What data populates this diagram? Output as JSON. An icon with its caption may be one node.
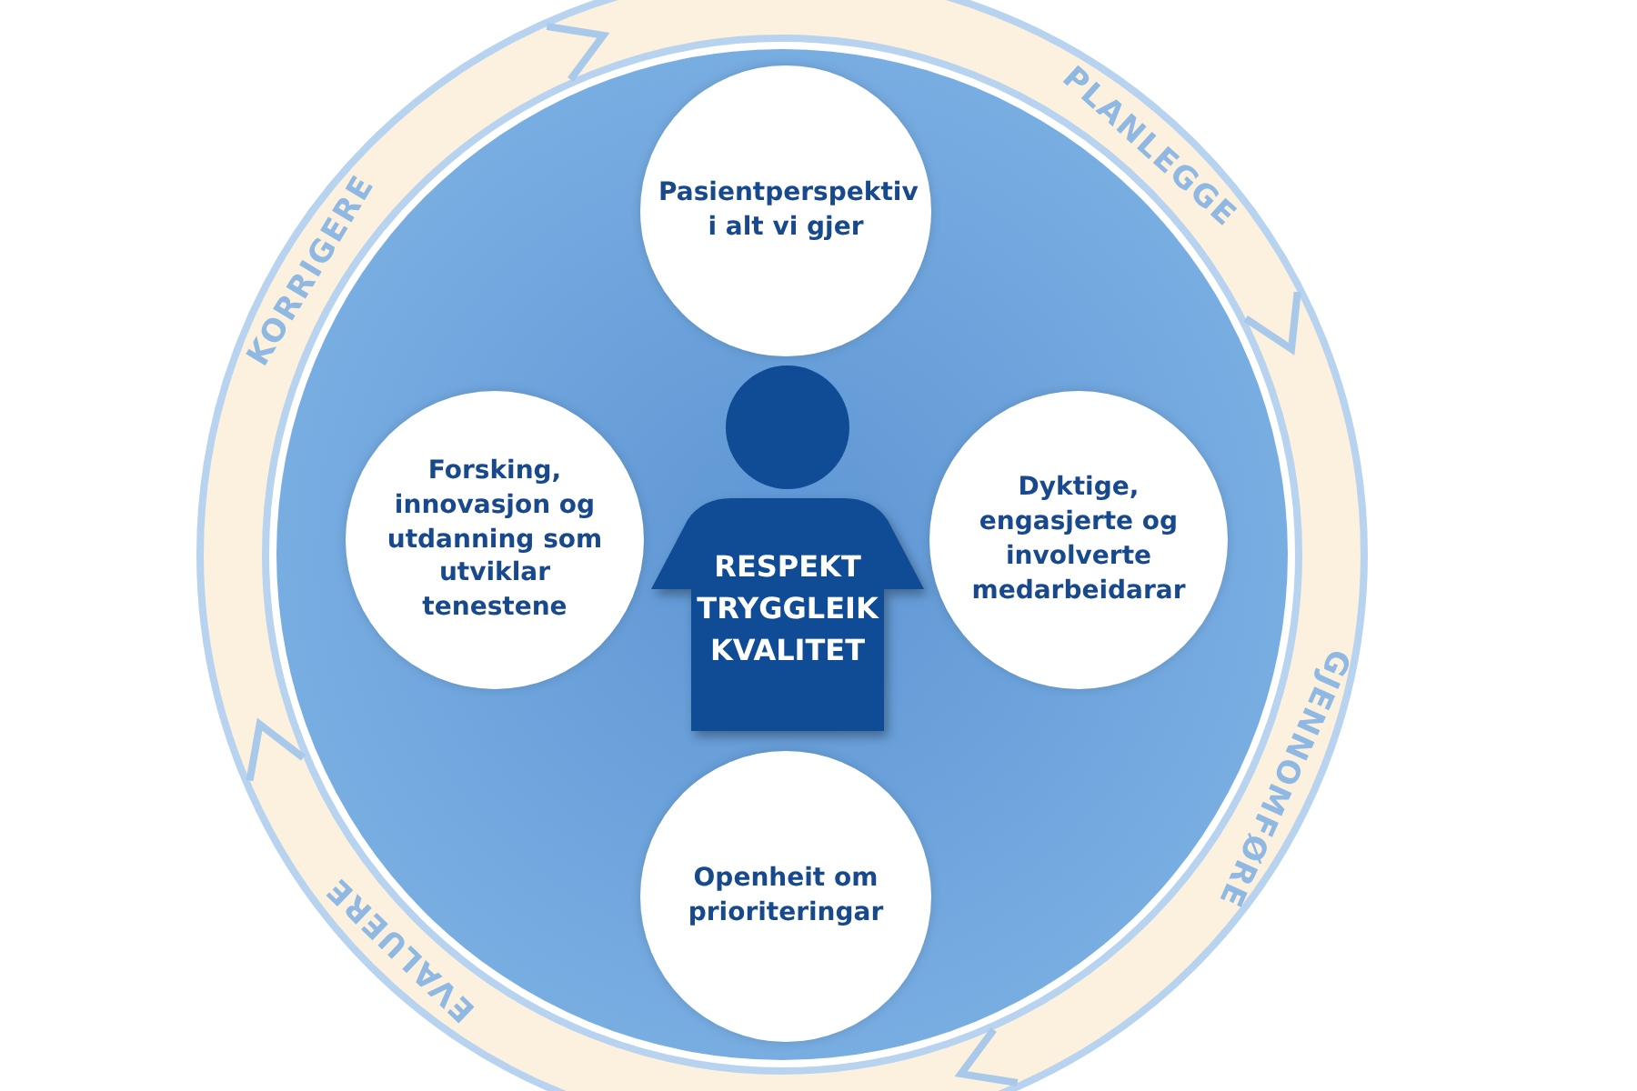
{
  "diagram": {
    "nodes": [
      {
        "text": [],
        "shape": "circle"
      },
      {
        "text": [
          "Pasientperspektiv i alt vi gjer"
        ],
        "in": 0
      },
      {
        "text": [
          "Forsking, innovasjon og utdanning som utviklar tenestene"
        ],
        "in": 0
      },
      {
        "text": [
          "Dyktige, engasjerte og involverte medarbeidarar"
        ],
        "in": 0
      },
      {
        "text": [
          "Openheit om prioriteringar"
        ],
        "in": 0
      },
      {
        "text": [
          "RESPEKT TRYGGLEIK KVALITET"
        ],
        "in": 0
      }
    ],
    "edges": [],
    "labels": [
      "PLANLEGGE",
      "GJENNOMFØRE",
      "EVALUERE",
      "KORRIGERE"
    ]
  }
}
